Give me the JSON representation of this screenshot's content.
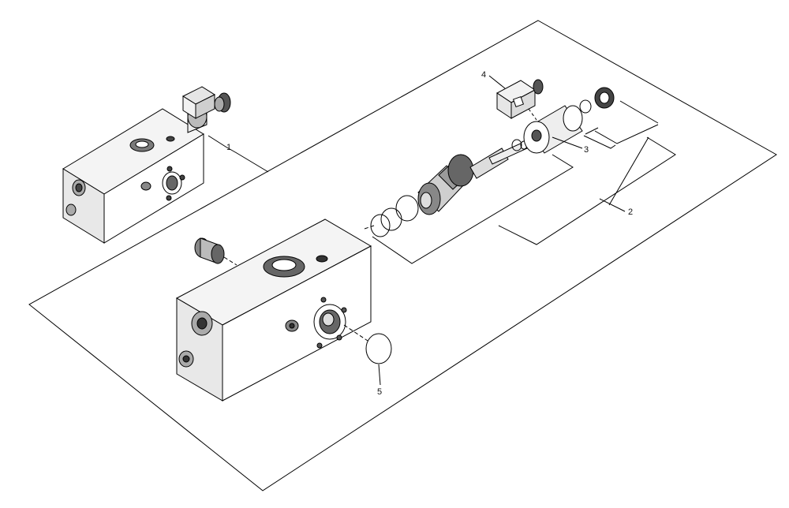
{
  "callouts": {
    "c1": "1",
    "c2": "2",
    "c3": "3",
    "c4": "4",
    "c5": "5"
  },
  "colors": {
    "ink": "#000000",
    "body_face": "#ffffff",
    "body_shade": "#d9d9d9",
    "part_gray": "#9a9a9a",
    "dark_gray": "#555555"
  }
}
